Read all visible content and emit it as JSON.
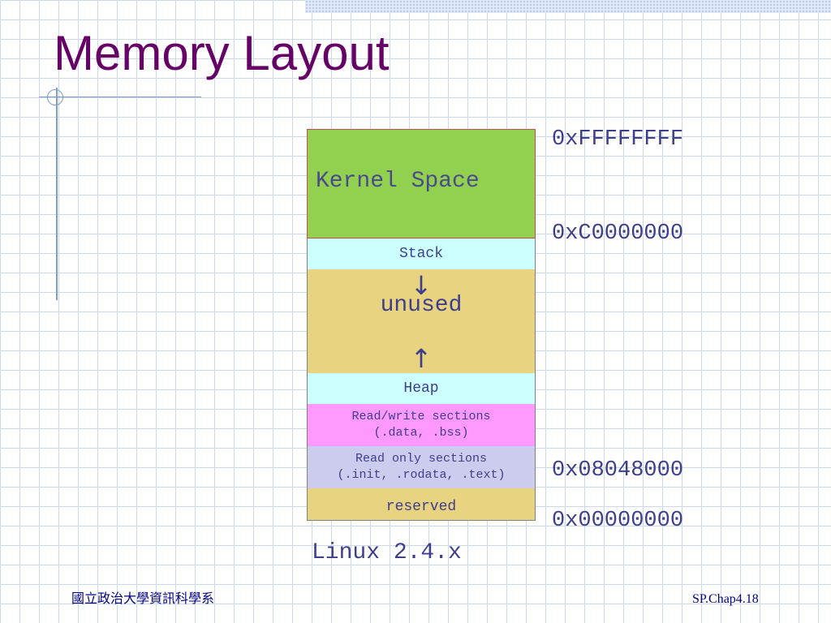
{
  "slide": {
    "title": "Memory Layout",
    "footer_left": "國立政治大學資訊科學系",
    "footer_right": "SP.Chap4.18"
  },
  "diagram": {
    "segments": {
      "kernel": "Kernel Space",
      "stack": "Stack",
      "unused": "unused",
      "heap": "Heap",
      "rw_line1": "Read/write sections",
      "rw_line2": "(.data, .bss)",
      "ro_line1": "Read only sections",
      "ro_line2": "(.init, .rodata, .text)",
      "reserved": "reserved"
    },
    "arrows": {
      "down": "↓",
      "up": "↑"
    },
    "addresses": {
      "top": "0xFFFFFFFF",
      "kernel_start": "0xC0000000",
      "program_start": "0x08048000",
      "bottom": "0x00000000"
    },
    "caption": "Linux 2.4.x"
  },
  "colors": {
    "title": "#660066",
    "kernel_fill": "#92d050",
    "stack_heap_fill": "#ccffff",
    "unused_reserved_fill": "#e8d480",
    "rw_fill": "#ff99ff",
    "ro_fill": "#ccccee",
    "text": "#3e3e8c"
  }
}
